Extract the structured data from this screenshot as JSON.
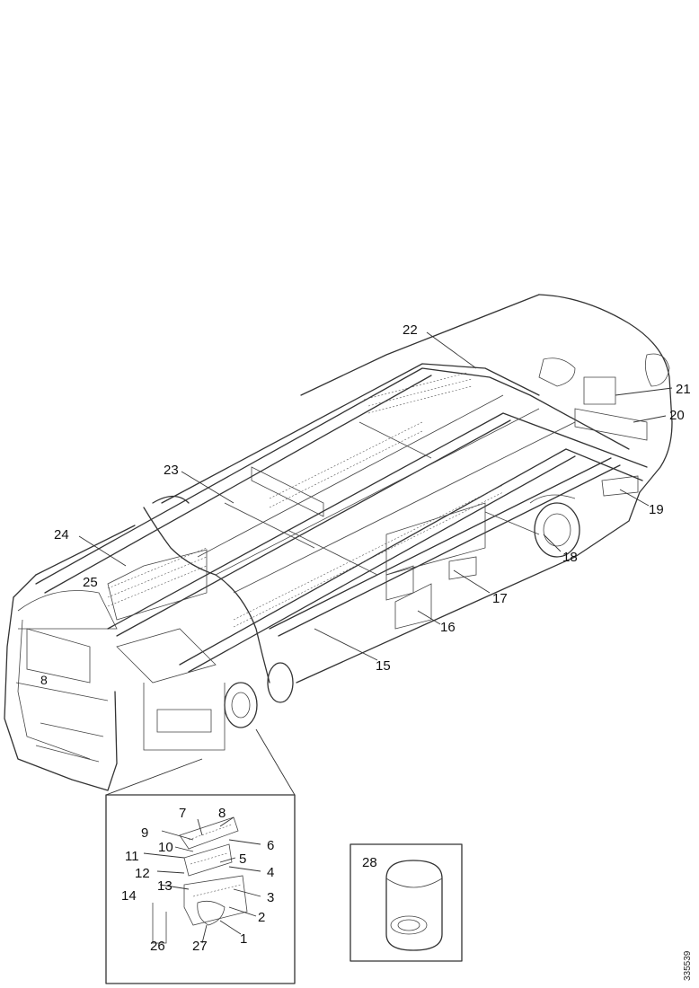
{
  "diagram": {
    "callouts_main": [
      {
        "id": "c1",
        "label": "1"
      },
      {
        "id": "c2",
        "label": "2"
      },
      {
        "id": "c3",
        "label": "3"
      },
      {
        "id": "c4",
        "label": "4"
      },
      {
        "id": "c5",
        "label": "5"
      },
      {
        "id": "c6",
        "label": "6"
      },
      {
        "id": "c7",
        "label": "7"
      },
      {
        "id": "c8a",
        "label": "8"
      },
      {
        "id": "c9",
        "label": "9"
      },
      {
        "id": "c10",
        "label": "10"
      },
      {
        "id": "c11",
        "label": "11"
      },
      {
        "id": "c12",
        "label": "12"
      },
      {
        "id": "c13",
        "label": "13"
      },
      {
        "id": "c14",
        "label": "14"
      },
      {
        "id": "c15",
        "label": "15"
      },
      {
        "id": "c16",
        "label": "16"
      },
      {
        "id": "c17",
        "label": "17"
      },
      {
        "id": "c18",
        "label": "18"
      },
      {
        "id": "c19",
        "label": "19"
      },
      {
        "id": "c20",
        "label": "20"
      },
      {
        "id": "c21",
        "label": "21"
      },
      {
        "id": "c22",
        "label": "22"
      },
      {
        "id": "c23",
        "label": "23"
      },
      {
        "id": "c24",
        "label": "24"
      },
      {
        "id": "c25",
        "label": "25"
      },
      {
        "id": "c26",
        "label": "26"
      },
      {
        "id": "c27",
        "label": "27"
      },
      {
        "id": "c28",
        "label": "28"
      },
      {
        "id": "c8b",
        "label": "8"
      }
    ],
    "figure_code": "335539"
  }
}
